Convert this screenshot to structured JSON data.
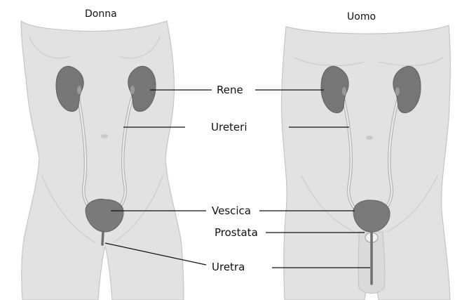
{
  "titles": {
    "female": "Donna",
    "male": "Uomo"
  },
  "labels": {
    "kidney": "Rene",
    "ureters": "Ureteri",
    "bladder": "Vescica",
    "prostate": "Prostata",
    "urethra": "Uretra"
  }
}
